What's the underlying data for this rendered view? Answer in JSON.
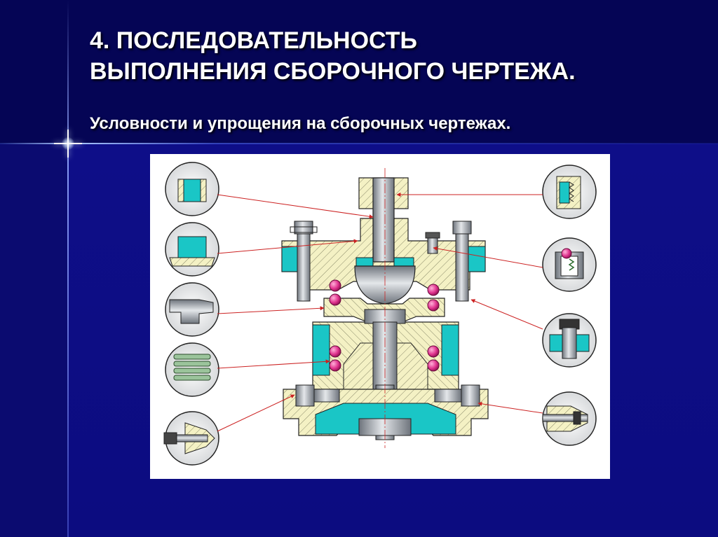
{
  "slide": {
    "title_line1": "4. ПОСЛЕДОВАТЕЛЬНОСТЬ",
    "title_line2": "ВЫПОЛНЕНИЯ СБОРОЧНОГО ЧЕРТЕЖА.",
    "subtitle": "Условности и упрощения на сборочных чертежах."
  },
  "colors": {
    "background": "#0a0a6e",
    "text": "#ffffff",
    "part_fill": "#f4f1c4",
    "cyan_fill": "#1ac6c6",
    "steel": "#9aa0a8",
    "ball": "#e0338e",
    "leader": "#cc2222"
  },
  "drawing": {
    "callout_icons": [
      "sleeve-icon",
      "bushing-icon",
      "shaped-part-icon",
      "spring-icon",
      "bolt-section-icon",
      "threaded-hole-icon",
      "ball-lubricator-icon",
      "stud-nut-icon",
      "screw-icon"
    ]
  }
}
